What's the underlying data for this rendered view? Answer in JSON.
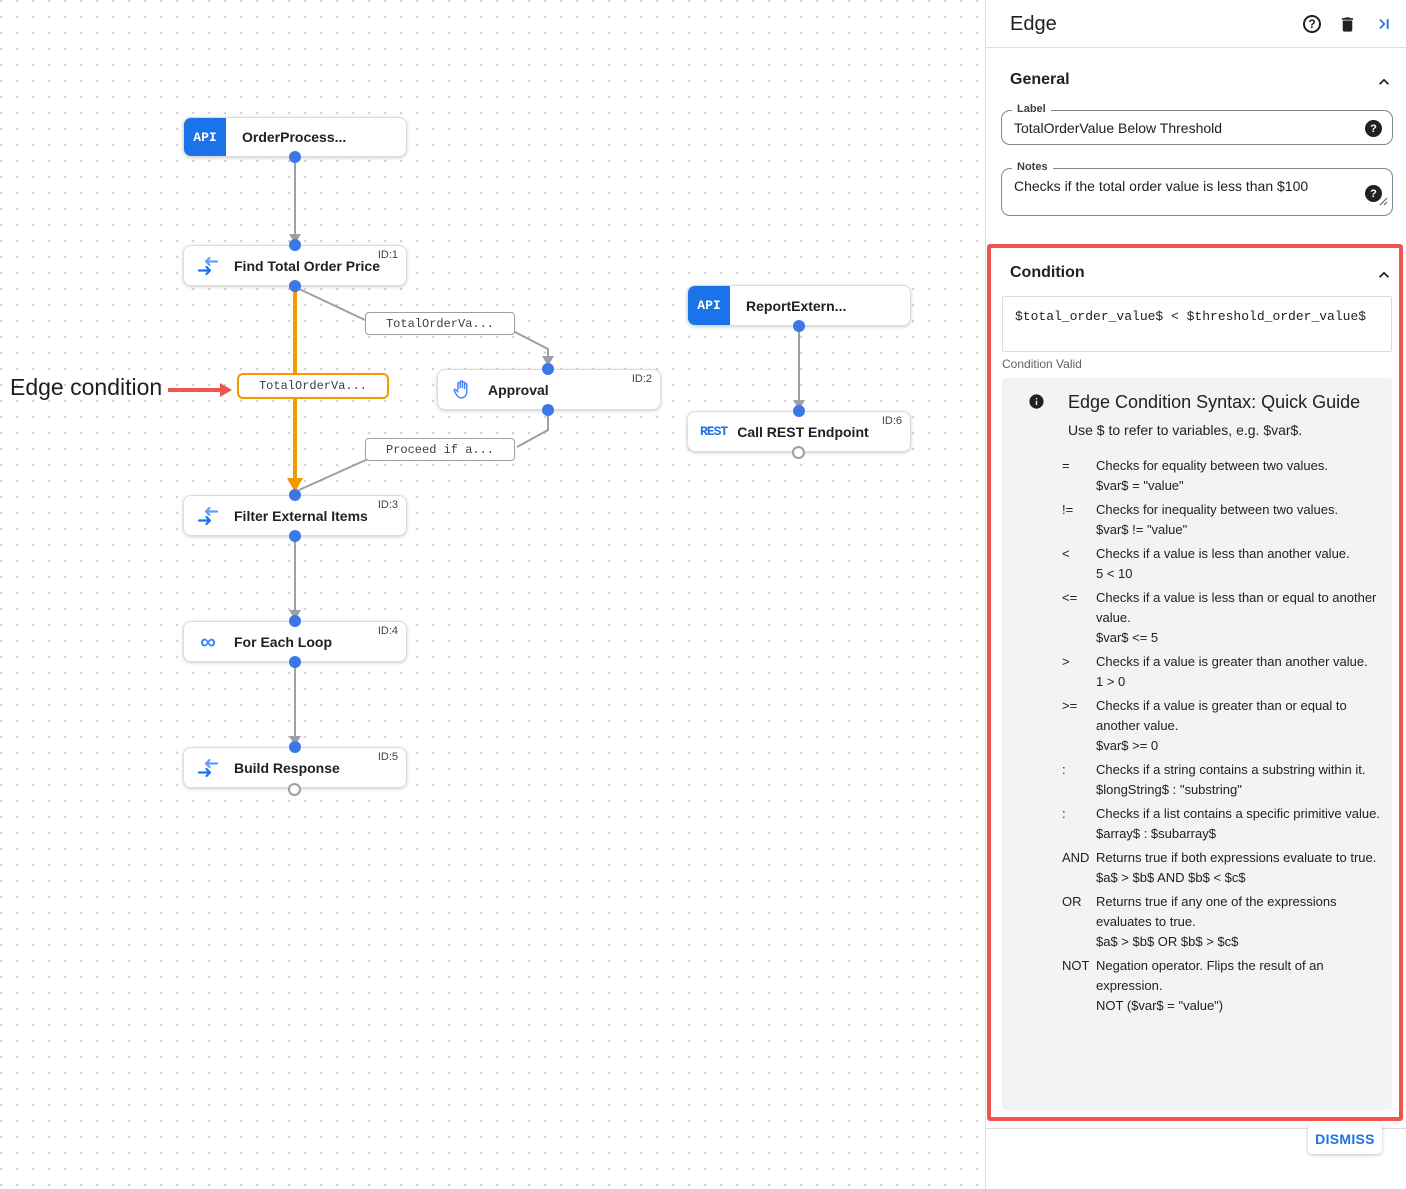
{
  "canvas": {
    "annotation_label": "Edge condition",
    "icon_texts": {
      "api": "API",
      "rest": "REST",
      "loop": "∞"
    },
    "nodes": [
      {
        "title": "OrderProcess...",
        "id_label": ""
      },
      {
        "title": "Find Total Order Price",
        "id_label": "ID:1"
      },
      {
        "title": "Approval",
        "id_label": "ID:2"
      },
      {
        "title": "ReportExtern...",
        "id_label": ""
      },
      {
        "title": "Call REST Endpoint",
        "id_label": "ID:6"
      },
      {
        "title": "Filter External Items",
        "id_label": "ID:3"
      },
      {
        "title": "For Each Loop",
        "id_label": "ID:4"
      },
      {
        "title": "Build Response",
        "id_label": "ID:5"
      }
    ],
    "edge_labels": {
      "to_approval": "TotalOrderVa...",
      "condition_edge": "TotalOrderVa...",
      "from_approval": "Proceed if a..."
    }
  },
  "panel": {
    "title": "Edge",
    "general": {
      "section_title": "General",
      "label_field": {
        "label": "Label",
        "value": "TotalOrderValue Below Threshold"
      },
      "notes_field": {
        "label": "Notes",
        "value": "Checks if the total order value is less than $100"
      }
    },
    "condition": {
      "section_title": "Condition",
      "expression": "$total_order_value$ < $threshold_order_value$",
      "validity": "Condition Valid",
      "guide": {
        "title": "Edge Condition Syntax: Quick Guide",
        "intro": "Use $ to refer to variables, e.g. $var$.",
        "entries": [
          {
            "op": "=",
            "desc": "Checks for equality between two values.",
            "example": "$var$ = \"value\""
          },
          {
            "op": "!=",
            "desc": "Checks for inequality between two values.",
            "example": "$var$ != \"value\""
          },
          {
            "op": "<",
            "desc": "Checks if a value is less than another value.",
            "example": "5 < 10"
          },
          {
            "op": "<=",
            "desc": "Checks if a value is less than or equal to another value.",
            "example": "$var$ <= 5"
          },
          {
            "op": ">",
            "desc": "Checks if a value is greater than another value.",
            "example": "1 > 0"
          },
          {
            "op": ">=",
            "desc": "Checks if a value is greater than or equal to another value.",
            "example": "$var$ >= 0"
          },
          {
            "op": ":",
            "desc": "Checks if a string contains a substring within it.",
            "example": "$longString$ : \"substring\""
          },
          {
            "op": ":",
            "desc": "Checks if a list contains a specific primitive value.",
            "example": "$array$ : $subarray$"
          },
          {
            "op": "AND",
            "desc": "Returns true if both expressions evaluate to true.",
            "example": "$a$ > $b$ AND $b$ < $c$"
          },
          {
            "op": "OR",
            "desc": "Returns true if any one of the expressions evaluates to true.",
            "example": "$a$ > $b$ OR $b$ > $c$"
          },
          {
            "op": "NOT",
            "desc": "Negation operator. Flips the result of an expression.",
            "example": "NOT ($var$ = \"value\")"
          }
        ]
      }
    },
    "dismiss_label": "DISMISS"
  },
  "colors": {
    "primary_blue": "#1a73e8",
    "node_icon_blue": "#4285f4",
    "edge_gray": "#9aa0a6",
    "edge_orange": "#f29900",
    "annotation_red": "#f0544f"
  }
}
